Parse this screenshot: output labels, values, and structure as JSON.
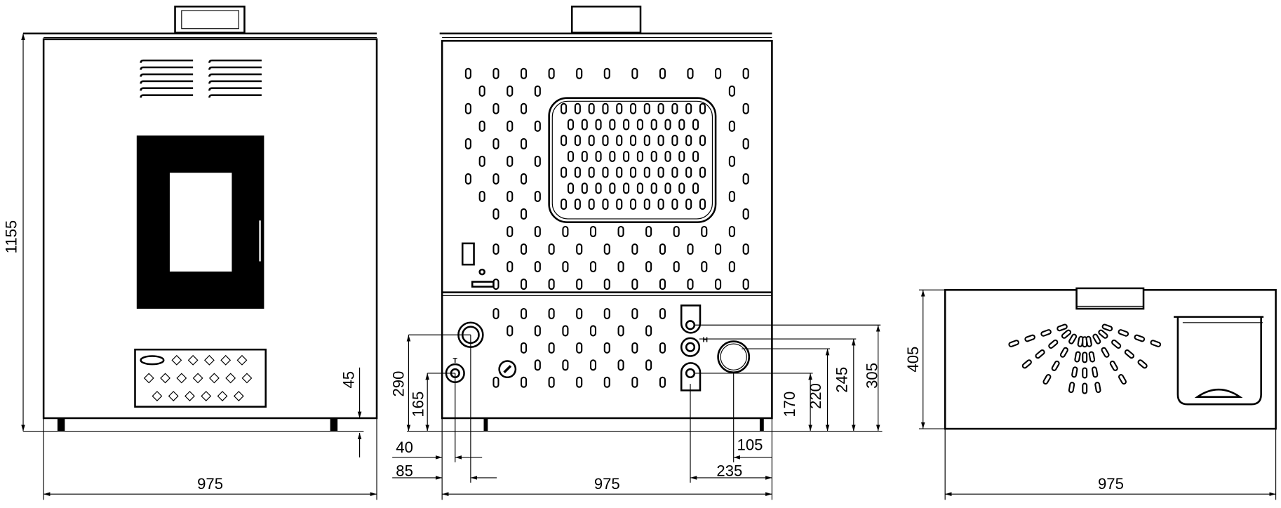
{
  "views": {
    "front": {
      "height_label": "1155",
      "width_label": "975",
      "foot_label": "45"
    },
    "rear": {
      "width_label": "975",
      "left_dims": {
        "a": "290",
        "b": "165",
        "c": "40",
        "d": "85"
      },
      "right_dims": {
        "a": "105",
        "b": "235",
        "c": "170",
        "d": "220",
        "e": "245",
        "f": "305"
      },
      "markers": {
        "t": "T",
        "h": "H"
      }
    },
    "top": {
      "depth_label": "405",
      "width_label": "975"
    }
  },
  "colors": {
    "line": "#000000",
    "fill": "#ffffff",
    "glass": "#000000"
  }
}
